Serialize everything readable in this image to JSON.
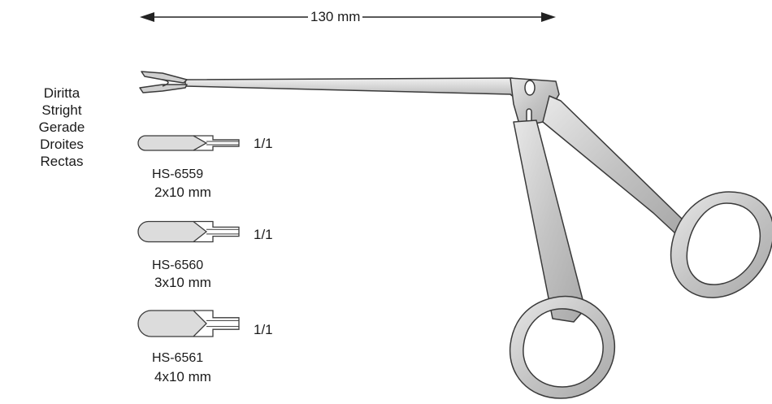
{
  "measurement": {
    "length_label": "130 mm"
  },
  "names": [
    "Diritta",
    "Stright",
    "Gerade",
    "Droites",
    "Rectas"
  ],
  "variants": [
    {
      "code": "HS-6559",
      "size": "2x10 mm",
      "scale": "1/1",
      "jaw_mm": 2
    },
    {
      "code": "HS-6560",
      "size": "3x10 mm",
      "scale": "1/1",
      "jaw_mm": 3
    },
    {
      "code": "HS-6561",
      "size": "4x10 mm",
      "scale": "1/1",
      "jaw_mm": 4
    }
  ],
  "colors": {
    "outline": "#3a3a3a",
    "metal": "#c9c9c9",
    "metal_dark": "#9e9e9e",
    "metal_light": "#e4e4e4",
    "tip_fill": "#dcdcdc"
  }
}
